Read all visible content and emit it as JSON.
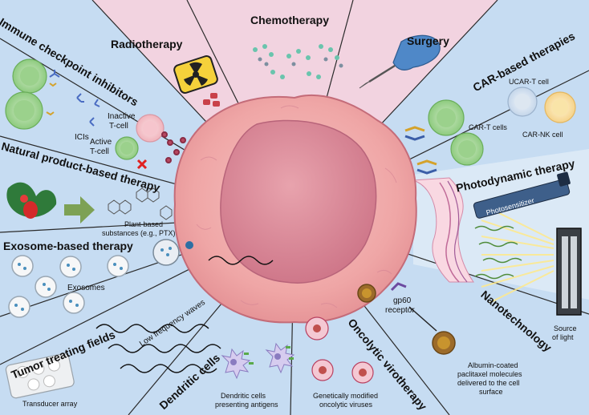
{
  "sections": {
    "immune_checkpoint": "Immune checkpoint inhibitors",
    "radiotherapy": "Radiotherapy",
    "chemotherapy": "Chemotherapy",
    "surgery": "Surgery",
    "car_based": "CAR-based therapies",
    "natural_product": "Natural product-based therapy",
    "photodynamic": "Photodynamic therapy",
    "exosome": "Exosome-based therapy",
    "nanotechnology": "Nanotechnology",
    "tumor_treating": "Tumor treating fields",
    "dendritic": "Dendritic cells",
    "oncolytic": "Oncolytic virotherapy"
  },
  "labels": {
    "icis": "ICIs",
    "inactive_t_cell_1": "Inactive",
    "inactive_t_cell_2": "T-cell",
    "active_t_cell_1": "Active",
    "active_t_cell_2": "T-cell",
    "plant_based_1": "Plant-based",
    "plant_based_2": "substances (e.g., PTX)",
    "exosomes": "Exosomes",
    "low_frequency_waves": "Low frequency waves",
    "transducer_array": "Transducer array",
    "dc_1": "Dendritic cells",
    "dc_2": "presenting antigens",
    "virus_1": "Genetically modified",
    "virus_2": "oncolytic viruses",
    "gp60_1": "gp60",
    "gp60_2": "receptor",
    "albumin_1": "Albumin-coated",
    "albumin_2": "paclitaxel molecules",
    "albumin_3": "delivered to the cell",
    "albumin_4": "surface",
    "light_1": "Source",
    "light_2": "of light",
    "photosensitizer": "Photosensitizer",
    "car_t": "CAR-T cells",
    "ucar_t": "UCAR-T cell",
    "car_nk": "CAR-NK cell"
  },
  "colors": {
    "background_blue": "#c6dcf2",
    "top_pink": "#f2d3e0",
    "divider": "#2a2a2a",
    "tumor": "#f0a7a7",
    "nucleus": "#d98a97"
  }
}
